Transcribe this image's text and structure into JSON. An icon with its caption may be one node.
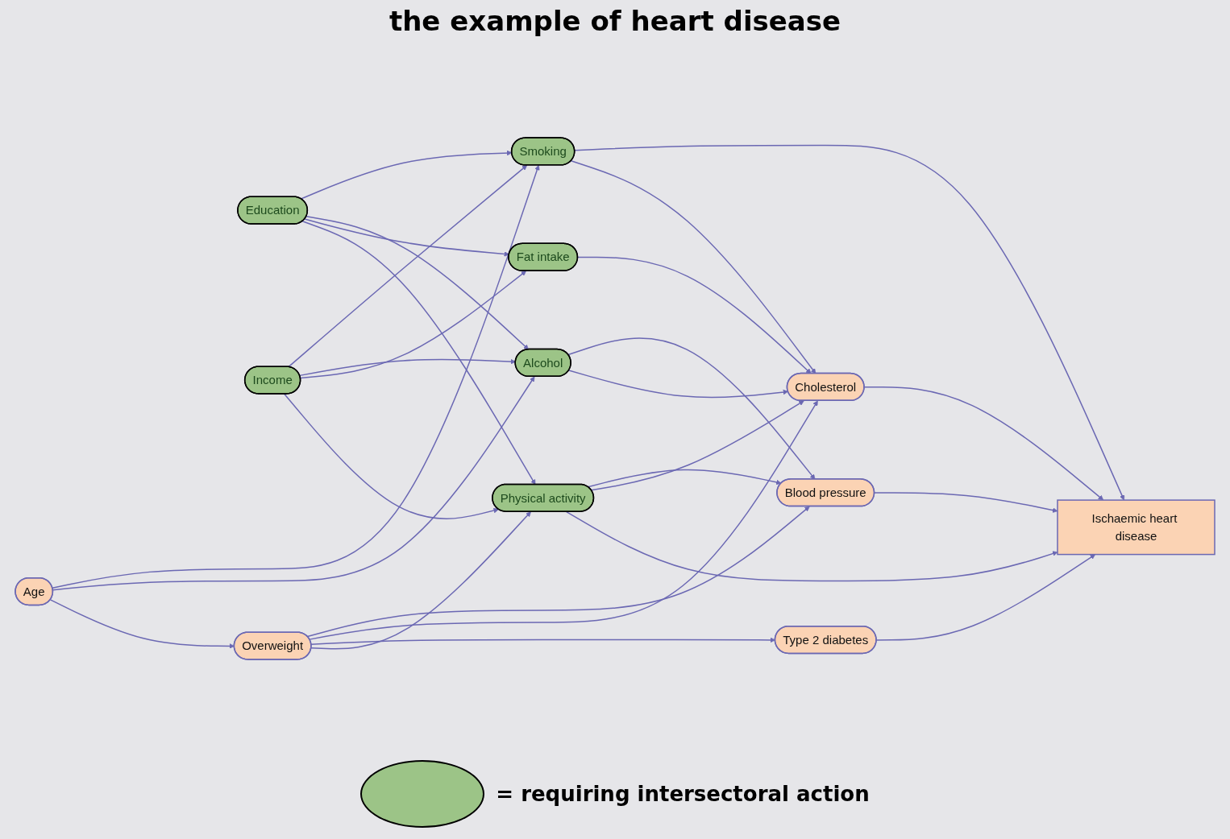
{
  "diagram": {
    "title": "the example of heart disease",
    "nodes": [
      {
        "text": [
          "Physical activity"
        ]
      },
      {
        "text": [
          "Age"
        ]
      },
      {
        "text": [
          "Fat intake"
        ]
      },
      {
        "text": [
          "Type 2 diabetes"
        ]
      },
      {
        "text": [
          "Education"
        ]
      },
      {
        "text": [
          "Overweight"
        ]
      },
      {
        "text": [
          "Cholesterol"
        ]
      },
      {
        "text": [
          "Ischaemic heart disease"
        ]
      },
      {
        "text": [
          "Income"
        ]
      },
      {
        "text": [
          "Alcohol"
        ]
      },
      {
        "text": [
          "Blood pressure"
        ]
      },
      {
        "text": [
          "Smoking"
        ]
      }
    ],
    "edges": [
      {
        "from": 0,
        "to": 7,
        "arrow": "to"
      },
      {
        "from": 0,
        "to": 6,
        "arrow": "to"
      },
      {
        "from": 0,
        "to": 10,
        "arrow": "to"
      },
      {
        "from": 1,
        "to": 5,
        "arrow": "to"
      },
      {
        "from": 1,
        "to": 9,
        "arrow": "to"
      },
      {
        "from": 1,
        "to": 11,
        "arrow": "to"
      },
      {
        "from": 2,
        "to": 6,
        "arrow": "to"
      },
      {
        "from": 3,
        "to": 7,
        "arrow": "to"
      },
      {
        "from": 4,
        "to": 0,
        "arrow": "to"
      },
      {
        "from": 4,
        "to": 2,
        "arrow": "to"
      },
      {
        "from": 4,
        "to": 9,
        "arrow": "to"
      },
      {
        "from": 4,
        "to": 11,
        "arrow": "to"
      },
      {
        "from": 5,
        "to": 0,
        "arrow": "to"
      },
      {
        "from": 5,
        "to": 3,
        "arrow": "to"
      },
      {
        "from": 5,
        "to": 6,
        "arrow": "to"
      },
      {
        "from": 5,
        "to": 10,
        "arrow": "to"
      },
      {
        "from": 6,
        "to": 7,
        "arrow": "to"
      },
      {
        "from": 8,
        "to": 0,
        "arrow": "to"
      },
      {
        "from": 8,
        "to": 2,
        "arrow": "to"
      },
      {
        "from": 8,
        "to": 9,
        "arrow": "to"
      },
      {
        "from": 8,
        "to": 11,
        "arrow": "to"
      },
      {
        "from": 9,
        "to": 6,
        "arrow": "to"
      },
      {
        "from": 9,
        "to": 10,
        "arrow": "to"
      },
      {
        "from": 10,
        "to": 7,
        "arrow": "to"
      },
      {
        "from": 11,
        "to": 6,
        "arrow": "to"
      },
      {
        "from": 11,
        "to": 7,
        "arrow": "to"
      }
    ],
    "legend": [
      {
        "text": "= requiring intersectoral action",
        "color": "#9cc487"
      }
    ]
  }
}
